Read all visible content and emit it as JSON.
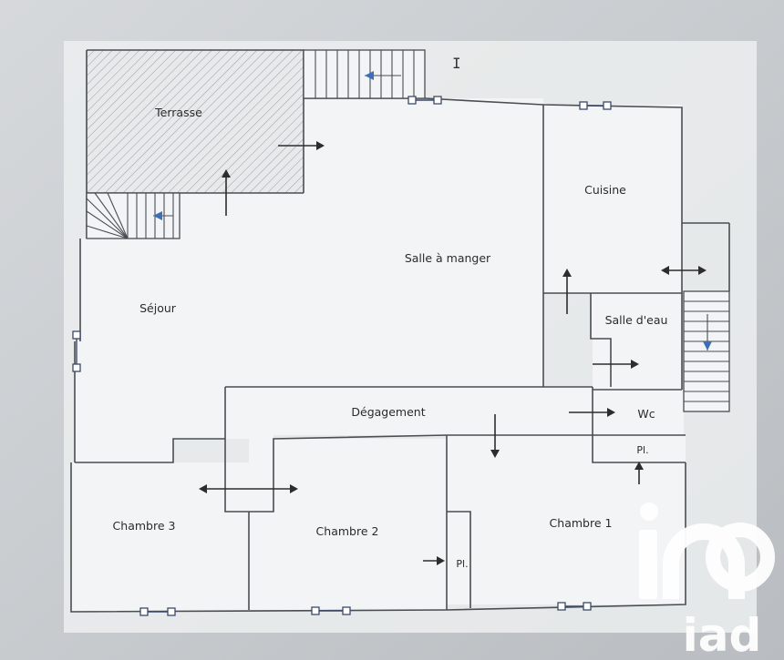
{
  "plan": {
    "rooms": {
      "terrasse": "Terrasse",
      "salle_a_manger": "Salle à manger",
      "cuisine": "Cuisine",
      "sejour": "Séjour",
      "salle_deau": "Salle d'eau",
      "degagement": "Dégagement",
      "wc": "Wc",
      "placard_1": "Pl.",
      "chambre_3": "Chambre 3",
      "chambre_2": "Chambre 2",
      "chambre_1": "Chambre 1",
      "placard_2": "Pl."
    }
  },
  "logo": {
    "text": "iad"
  },
  "colors": {
    "screen_bg": "#c9cdd0",
    "paper": "#eef0f1",
    "wall": "#4a4d52",
    "stair_arrow": "#3d6fb8",
    "logo": "#ffffff"
  }
}
